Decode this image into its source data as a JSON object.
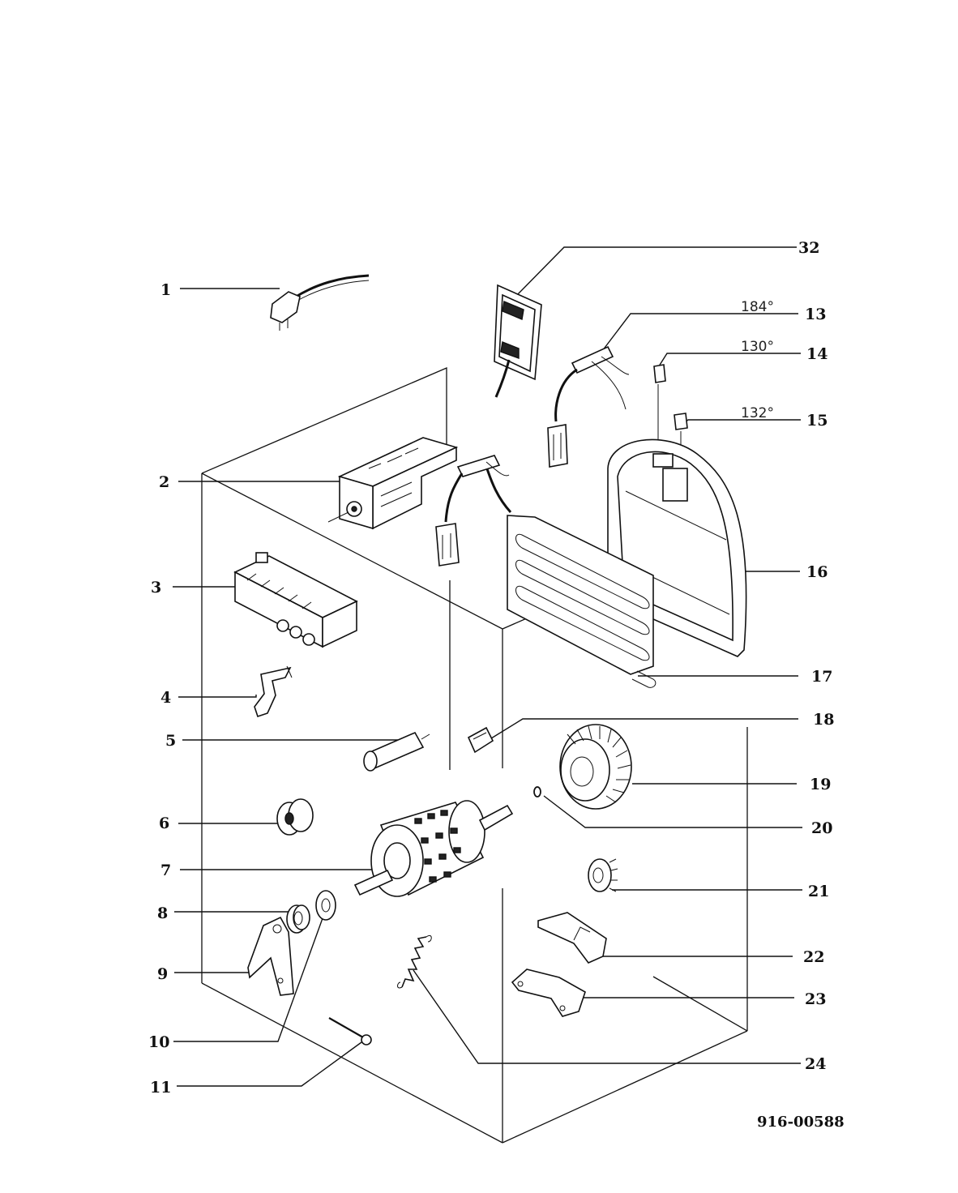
{
  "callouts": [
    {
      "id": "1",
      "label": "1"
    },
    {
      "id": "2",
      "label": "2"
    },
    {
      "id": "3",
      "label": "3"
    },
    {
      "id": "4",
      "label": "4"
    },
    {
      "id": "5",
      "label": "5"
    },
    {
      "id": "6",
      "label": "6"
    },
    {
      "id": "7",
      "label": "7"
    },
    {
      "id": "8",
      "label": "8"
    },
    {
      "id": "9",
      "label": "9"
    },
    {
      "id": "10",
      "label": "10"
    },
    {
      "id": "11",
      "label": "11"
    },
    {
      "id": "13",
      "label": "13"
    },
    {
      "id": "14",
      "label": "14"
    },
    {
      "id": "15",
      "label": "15"
    },
    {
      "id": "16",
      "label": "16"
    },
    {
      "id": "17",
      "label": "17"
    },
    {
      "id": "18",
      "label": "18"
    },
    {
      "id": "19",
      "label": "19"
    },
    {
      "id": "20",
      "label": "20"
    },
    {
      "id": "21",
      "label": "21"
    },
    {
      "id": "22",
      "label": "22"
    },
    {
      "id": "23",
      "label": "23"
    },
    {
      "id": "24",
      "label": "24"
    },
    {
      "id": "32",
      "label": "32"
    }
  ],
  "temperatures": {
    "t13": "184°",
    "t14": "130°",
    "t15": "132°"
  },
  "document_number": "916-00588"
}
